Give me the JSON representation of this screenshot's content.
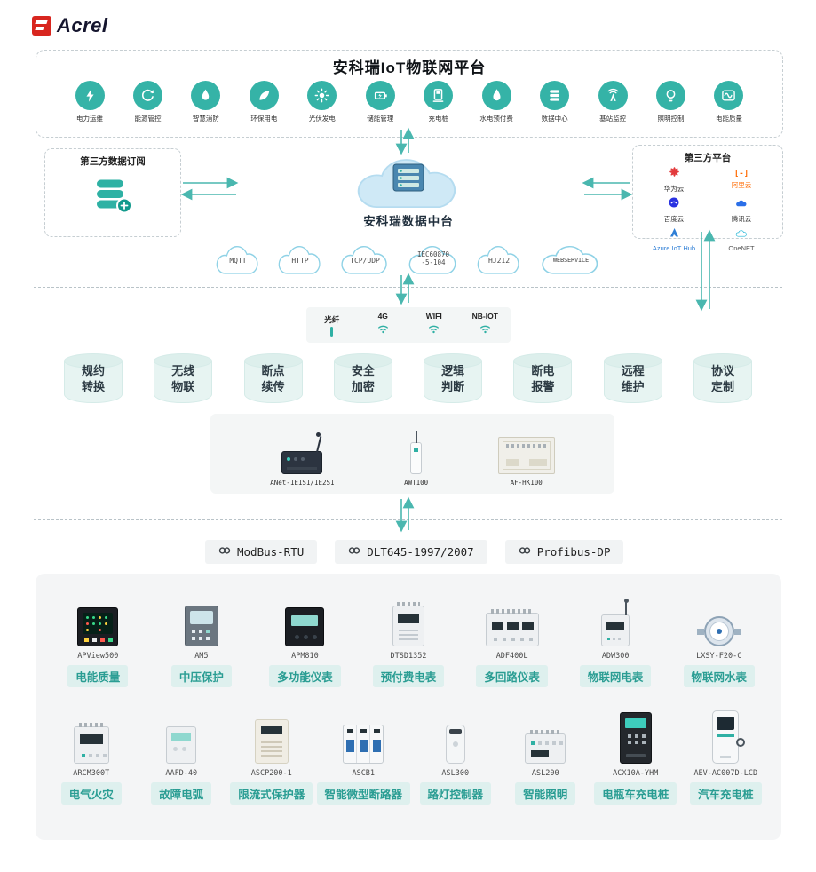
{
  "brand": {
    "name": "Acrel"
  },
  "platform": {
    "title": "安科瑞IoT物联网平台",
    "apps": [
      {
        "icon": "power-ops-icon",
        "label": "电力运维"
      },
      {
        "icon": "energy-control-icon",
        "label": "能源管控"
      },
      {
        "icon": "fire-safety-icon",
        "label": "智慧消防"
      },
      {
        "icon": "eco-power-icon",
        "label": "环保用电"
      },
      {
        "icon": "solar-pv-icon",
        "label": "光伏发电"
      },
      {
        "icon": "energy-storage-icon",
        "label": "储能管理"
      },
      {
        "icon": "charging-pile-icon",
        "label": "充电桩"
      },
      {
        "icon": "water-prepay-icon",
        "label": "水电预付费"
      },
      {
        "icon": "data-center-icon",
        "label": "数据中心"
      },
      {
        "icon": "base-station-icon",
        "label": "基站监控"
      },
      {
        "icon": "lighting-icon",
        "label": "照明控制"
      },
      {
        "icon": "power-quality-icon",
        "label": "电能质量"
      }
    ]
  },
  "integration": {
    "left_box": {
      "title": "第三方数据订阅",
      "icon": "database-plus-icon"
    },
    "center_cloud": {
      "title": "安科瑞数据中台",
      "icon": "cloud-server-icon"
    },
    "right_box": {
      "title": "第三方平台",
      "platforms": [
        {
          "name": "华为云",
          "color": "#e23a3c"
        },
        {
          "name": "阿里云",
          "color": "#ff6a00"
        },
        {
          "name": "百度云",
          "color": "#2932e1"
        },
        {
          "name": "腾讯云",
          "color": "#2b6fe8"
        },
        {
          "name": "Azure IoT Hub",
          "color": "#2f7fd6"
        },
        {
          "name": "OneNET",
          "color": "#19b3d4"
        }
      ]
    },
    "protocol_clouds": [
      {
        "label": "MQTT"
      },
      {
        "label": "HTTP"
      },
      {
        "label": "TCP/UDP"
      },
      {
        "label": "IEC60870\n-5-104"
      },
      {
        "label": "HJ212"
      },
      {
        "label": "WEBSERVICE"
      }
    ]
  },
  "network_links": [
    {
      "label": "光纤",
      "icon": "fiber-icon"
    },
    {
      "label": "4G",
      "icon": "wifi-icon"
    },
    {
      "label": "WIFI",
      "icon": "wifi-icon"
    },
    {
      "label": "NB-IOT",
      "icon": "wifi-icon"
    }
  ],
  "features": [
    {
      "label": "规约\n转换"
    },
    {
      "label": "无线\n物联"
    },
    {
      "label": "断点\n续传"
    },
    {
      "label": "安全\n加密"
    },
    {
      "label": "逻辑\n判断"
    },
    {
      "label": "断电\n报警"
    },
    {
      "label": "远程\n维护"
    },
    {
      "label": "协议\n定制"
    }
  ],
  "gateways": [
    {
      "model": "ANet-1E1S1/1E2S1"
    },
    {
      "model": "AWT100"
    },
    {
      "model": "AF-HK100"
    }
  ],
  "fieldbus": [
    {
      "label": "ModBus-RTU"
    },
    {
      "label": "DLT645-1997/2007"
    },
    {
      "label": "Profibus-DP"
    }
  ],
  "devices": {
    "row1": [
      {
        "model": "APView500",
        "label": "电能质量"
      },
      {
        "model": "AM5",
        "label": "中压保护"
      },
      {
        "model": "APM810",
        "label": "多功能仪表"
      },
      {
        "model": "DTSD1352",
        "label": "预付费电表"
      },
      {
        "model": "ADF400L",
        "label": "多回路仪表"
      },
      {
        "model": "ADW300",
        "label": "物联网电表"
      },
      {
        "model": "LXSY-F20-C",
        "label": "物联网水表"
      }
    ],
    "row2": [
      {
        "model": "ARCM300T",
        "label": "电气火灾"
      },
      {
        "model": "AAFD-40",
        "label": "故障电弧"
      },
      {
        "model": "ASCP200-1",
        "label": "限流式保护器"
      },
      {
        "model": "ASCB1",
        "label": "智能微型断路器"
      },
      {
        "model": "ASL300",
        "label": "路灯控制器"
      },
      {
        "model": "ASL200",
        "label": "智能照明"
      },
      {
        "model": "ACX10A-YHM",
        "label": "电瓶车充电桩"
      },
      {
        "model": "AEV-AC007D-LCD",
        "label": "汽车充电桩"
      }
    ]
  },
  "colors": {
    "accent_teal": "#35b3a7",
    "arrow_teal": "#4ab7af",
    "cloud_stroke": "#8fd2e6",
    "chip_bg": "#def0ee",
    "chip_text": "#2a9d93",
    "logo_red": "#d8261f"
  }
}
